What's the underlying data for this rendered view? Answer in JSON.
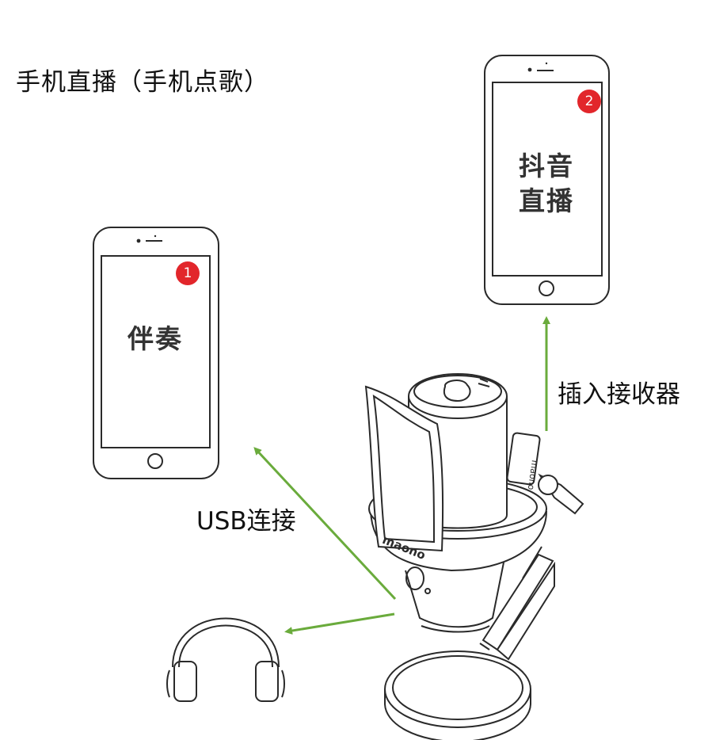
{
  "title": "手机直播（手机点歌）",
  "phone_left": {
    "screen_text": "伴奏",
    "badge": "1"
  },
  "phone_right": {
    "screen_text": "抖音\n直播",
    "badge": "2"
  },
  "labels": {
    "usb": "USB连接",
    "receiver": "插入接收器"
  },
  "device": {
    "brand_text": "maono",
    "receiver_text": "maono"
  },
  "colors": {
    "arrow": "#6aab3c",
    "badge": "#e2262b",
    "outline": "#2a2a2a"
  }
}
